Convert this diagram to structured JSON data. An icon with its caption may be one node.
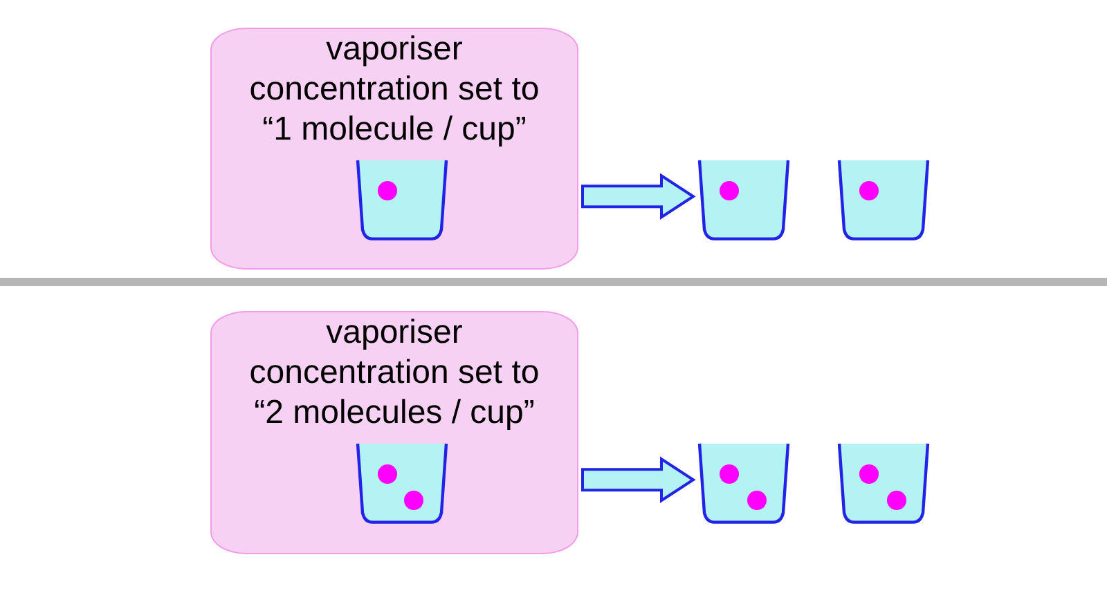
{
  "diagram": {
    "nodes": [
      {
        "text": [
          "vaporiser concentration set to “1 molecule / cup”"
        ]
      },
      {
        "text": [],
        "shape": "cup",
        "in": 0
      },
      {
        "text": [],
        "shape": "circle",
        "in": 1
      },
      {
        "text": [],
        "shape": "cup"
      },
      {
        "text": [],
        "shape": "circle",
        "in": 3
      },
      {
        "text": [],
        "shape": "cup"
      },
      {
        "text": [],
        "shape": "circle",
        "in": 5
      },
      {
        "text": [
          "vaporiser concentration set to “2 molecules / cup”"
        ]
      },
      {
        "text": [],
        "shape": "cup",
        "in": 7
      },
      {
        "text": [],
        "shape": "circle",
        "in": 8
      },
      {
        "text": [],
        "shape": "circle",
        "in": 8
      },
      {
        "text": [],
        "shape": "cup"
      },
      {
        "text": [],
        "shape": "circle",
        "in": 11
      },
      {
        "text": [],
        "shape": "circle",
        "in": 11
      },
      {
        "text": [],
        "shape": "cup"
      },
      {
        "text": [],
        "shape": "circle",
        "in": 14
      },
      {
        "text": [],
        "shape": "circle",
        "in": 14
      }
    ],
    "edges": [
      {
        "from": 0,
        "to": 3,
        "arrow": "to"
      },
      {
        "from": 7,
        "to": 11,
        "arrow": "to"
      }
    ]
  }
}
